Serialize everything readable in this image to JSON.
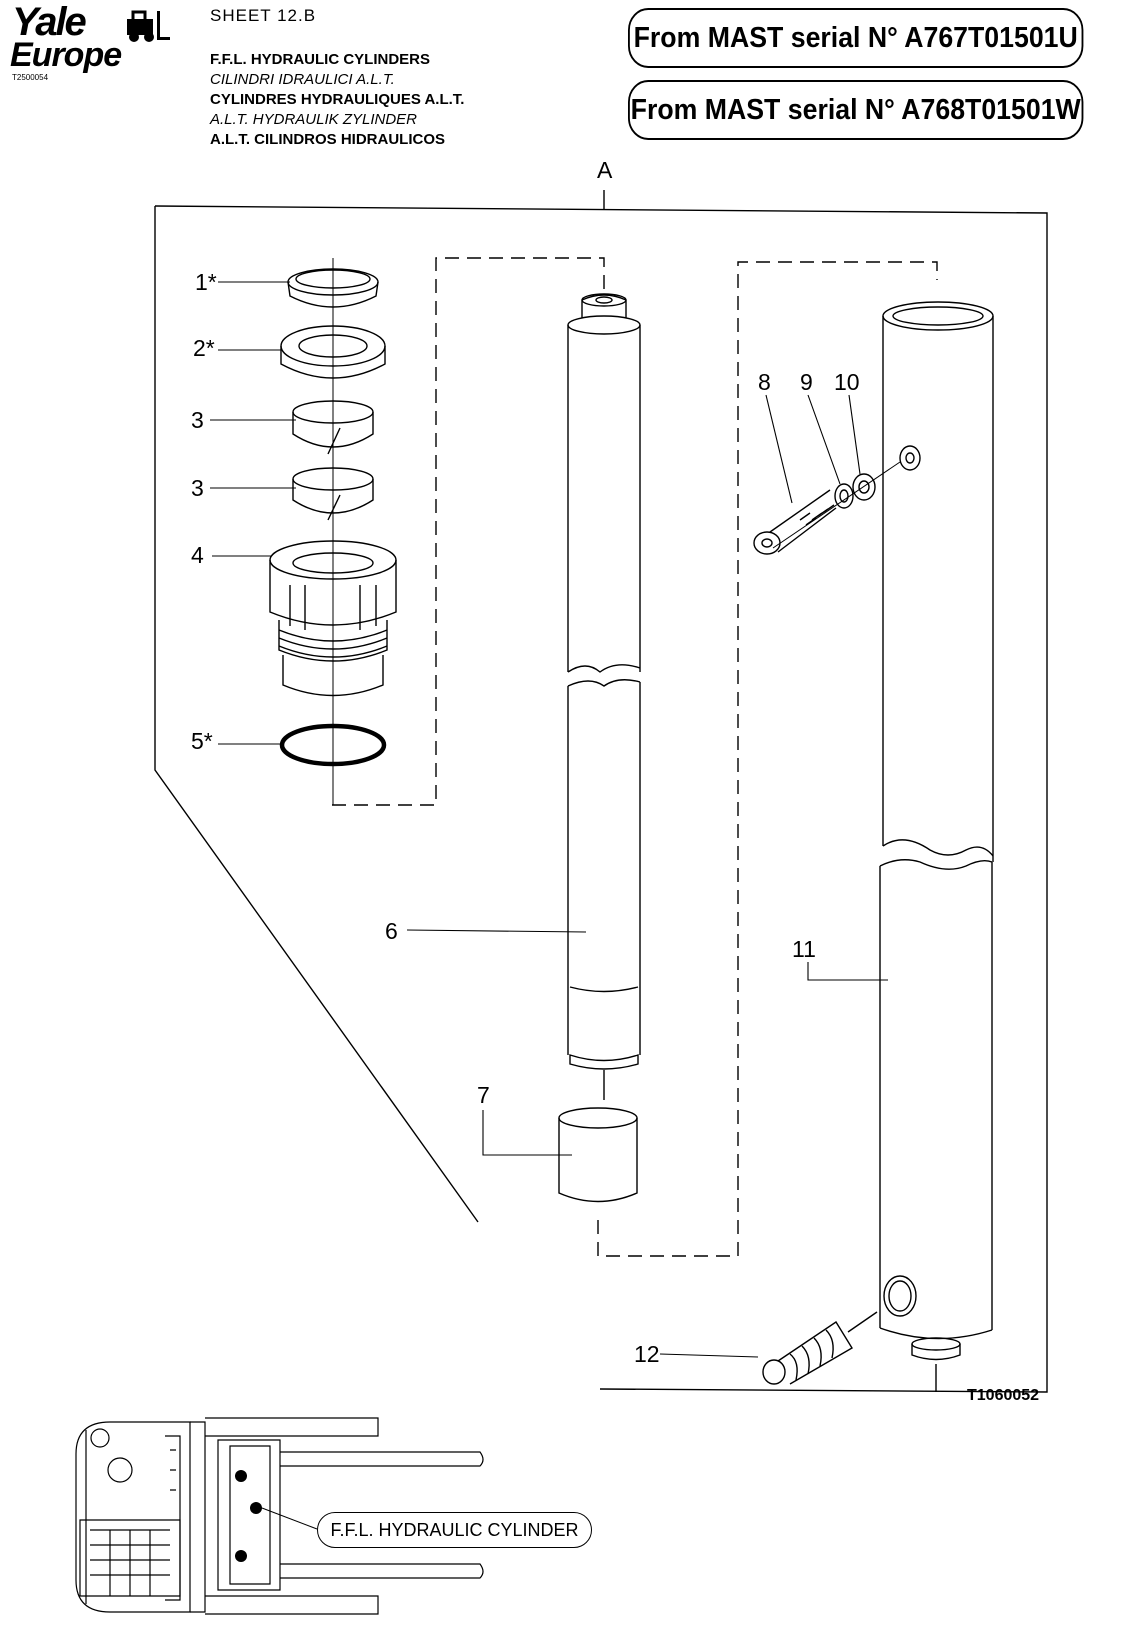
{
  "header": {
    "logo_line1": "Yale",
    "logo_line2": "Europe",
    "logo_code": "T2500054",
    "sheet": "SHEET  12.B",
    "titles": [
      "F.F.L. HYDRAULIC CYLINDERS",
      "CILINDRI IDRAULICI A.L.T.",
      "CYLINDRES HYDRAULIQUES A.L.T.",
      "A.L.T. HYDRAULIK ZYLINDER",
      "A.L.T. CILINDROS HIDRAULICOS"
    ],
    "serial_1": "From MAST serial N° A767T01501U",
    "serial_2": "From MAST serial N° A768T01501W"
  },
  "diagram": {
    "group_label": "A",
    "part_labels": {
      "p1": "1*",
      "p2": "2*",
      "p3a": "3",
      "p3b": "3",
      "p4": "4",
      "p5": "5*",
      "p6": "6",
      "p7": "7",
      "p8": "8",
      "p9": "9",
      "p10": "10",
      "p11": "11",
      "p12": "12"
    },
    "image_code": "T1060052",
    "location_callout": "F.F.L. HYDRAULIC CYLINDER"
  }
}
